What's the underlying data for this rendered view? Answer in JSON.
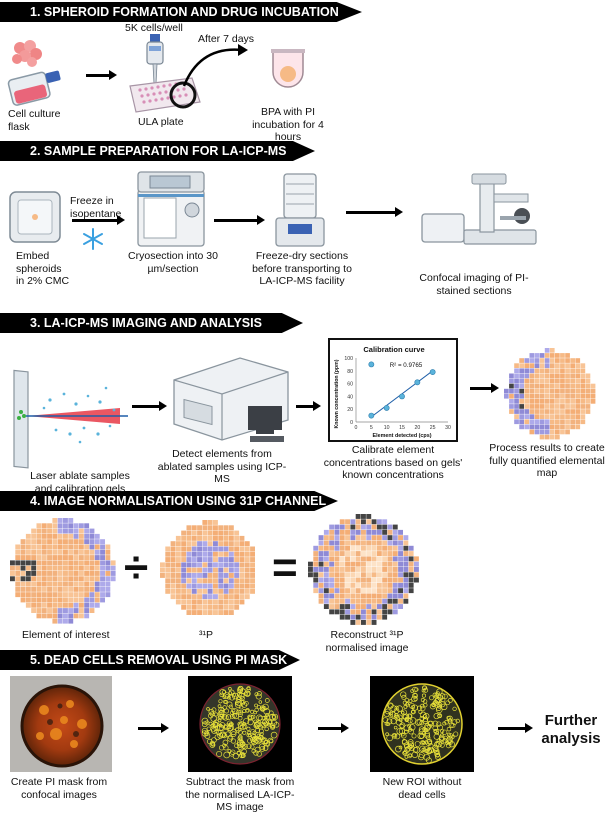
{
  "sections": [
    {
      "title": "1. SPHEROID FORMATION AND DRUG INCUBATION"
    },
    {
      "title": "2. SAMPLE PREPARATION FOR LA-ICP-MS"
    },
    {
      "title": "3. LA-ICP-MS IMAGING AND ANALYSIS"
    },
    {
      "title": "4. IMAGE NORMALISATION USING 31P CHANNEL"
    },
    {
      "title": "5. DEAD CELLS REMOVAL USING PI MASK"
    }
  ],
  "step1": {
    "flask_label": "Cell culture flask",
    "cells_label": "5K cells/well",
    "plate_label": "ULA plate",
    "days_label": "After 7 days",
    "incubation_label": "BPA with PI incubation for 4 hours"
  },
  "step2": {
    "embed_label": "Embed spheroids in 2% CMC",
    "freeze_label": "Freeze in isopentane",
    "cryo_label": "Cryosection into 30 µm/section",
    "freezedry_label": "Freeze-dry sections before transporting to LA-ICP-MS facility",
    "confocal_label": "Confocal imaging of PI-stained sections"
  },
  "step3": {
    "ablate_label": "Laser ablate samples and calibration gels",
    "detect_label": "Detect elements from ablated samples using ICP-MS",
    "calibrate_label": "Calibrate element concentrations based on gels' known concentrations",
    "process_label": "Process results to create fully quantified elemental map"
  },
  "step4": {
    "element_label": "Element of interest",
    "p31_label": "³¹P",
    "reconstruct_label": "Reconstruct ³¹P normalised image"
  },
  "step5": {
    "mask_label": "Create PI mask from confocal images",
    "subtract_label": "Subtract the mask from the normalised LA-ICP-MS image",
    "roi_label": "New ROI without dead cells",
    "further_label": "Further analysis"
  },
  "chart_data": {
    "type": "scatter",
    "title": "Calibration curve",
    "xlabel": "Element detected (cps)",
    "ylabel": "Known concentration (ppm)",
    "xlim": [
      0,
      30
    ],
    "ylim": [
      0,
      100
    ],
    "xticks": [
      0,
      5,
      10,
      15,
      20,
      25,
      30
    ],
    "yticks": [
      0,
      20,
      40,
      60,
      80,
      100
    ],
    "annotation": "R² = 0.9765",
    "points": [
      {
        "x": 5,
        "y": 10
      },
      {
        "x": 10,
        "y": 22
      },
      {
        "x": 15,
        "y": 40
      },
      {
        "x": 20,
        "y": 62
      },
      {
        "x": 25,
        "y": 78
      }
    ],
    "outlier": {
      "x": 5,
      "y": 90
    },
    "trendline": {
      "x0": 5,
      "y0": 8,
      "x1": 25,
      "y1": 80
    },
    "colors": {
      "points": "#5ab3db",
      "line": "#1f5fa8"
    }
  },
  "colors": {
    "header": "#000000",
    "spheroid": "#f6ba86",
    "purple": "#9e9ae0",
    "dark": "#444444"
  }
}
